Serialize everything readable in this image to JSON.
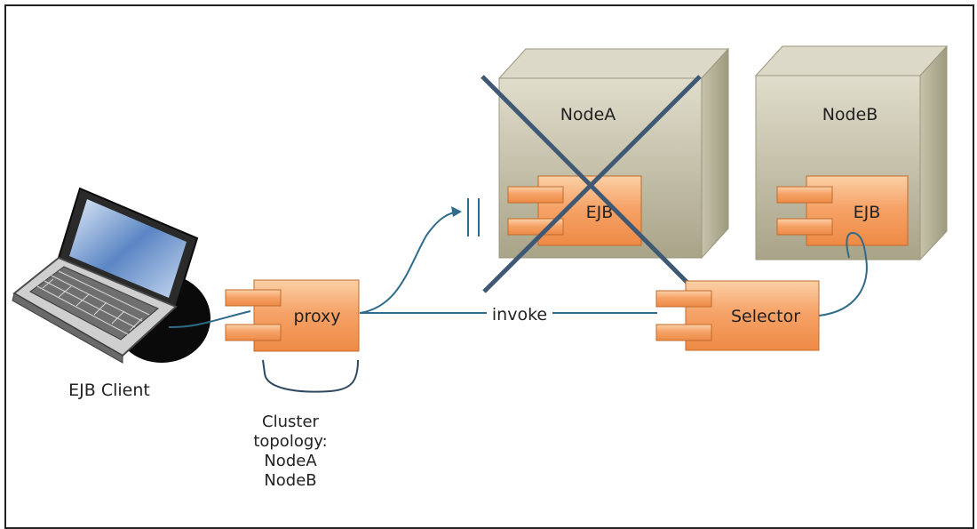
{
  "client": {
    "label": "EJB Client"
  },
  "proxy": {
    "label": "proxy"
  },
  "cluster_topology": {
    "line1": "Cluster",
    "line2": "topology:",
    "line3": "NodeA",
    "line4": "NodeB"
  },
  "invoke": {
    "label": "invoke"
  },
  "selector": {
    "label": "Selector"
  },
  "nodeA": {
    "label": "NodeA",
    "ejb_label": "EJB",
    "status": "failed"
  },
  "nodeB": {
    "label": "NodeB",
    "ejb_label": "EJB"
  },
  "colors": {
    "component_fill": "#f6a368",
    "component_stroke": "#c06b2c",
    "node_front": "#cfcbb6",
    "node_side": "#b5b094",
    "node_top": "#dcd9c8",
    "connector": "#2f6b8a",
    "cross": "#3f5874"
  }
}
